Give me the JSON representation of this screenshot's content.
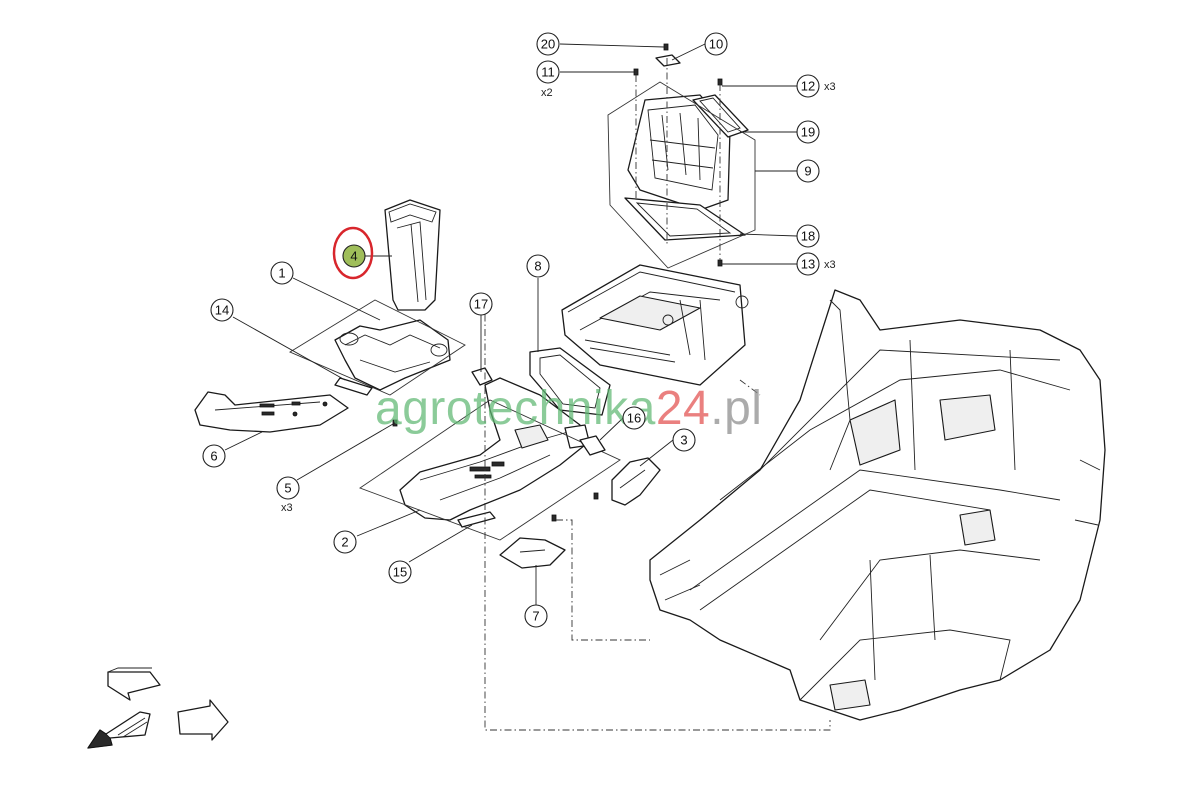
{
  "callouts": [
    {
      "id": "20",
      "label": "20"
    },
    {
      "id": "10",
      "label": "10"
    },
    {
      "id": "11",
      "label": "11",
      "qty": "x2"
    },
    {
      "id": "12",
      "label": "12",
      "qty": "x3"
    },
    {
      "id": "19",
      "label": "19"
    },
    {
      "id": "9",
      "label": "9"
    },
    {
      "id": "18",
      "label": "18"
    },
    {
      "id": "13",
      "label": "13",
      "qty": "x3"
    },
    {
      "id": "4",
      "label": "4",
      "highlighted": true
    },
    {
      "id": "8",
      "label": "8"
    },
    {
      "id": "1",
      "label": "1"
    },
    {
      "id": "17",
      "label": "17"
    },
    {
      "id": "14",
      "label": "14"
    },
    {
      "id": "16",
      "label": "16"
    },
    {
      "id": "3",
      "label": "3"
    },
    {
      "id": "6",
      "label": "6"
    },
    {
      "id": "5",
      "label": "5",
      "qty": "x3"
    },
    {
      "id": "2",
      "label": "2"
    },
    {
      "id": "15",
      "label": "15"
    },
    {
      "id": "7",
      "label": "7"
    }
  ],
  "watermark": {
    "green_part": "agrotechnika",
    "red_part": "24",
    "grey_part": ".pl"
  },
  "colors": {
    "highlight_fill": "#9fbe5a",
    "highlight_ring": "#d8262c",
    "watermark_green": "#5fb872",
    "watermark_red": "#e2504f",
    "watermark_grey": "#8c8c8c"
  },
  "icons": [
    "view-arrow-icon",
    "view-arrow-icon",
    "front-direction-arrow-icon"
  ]
}
